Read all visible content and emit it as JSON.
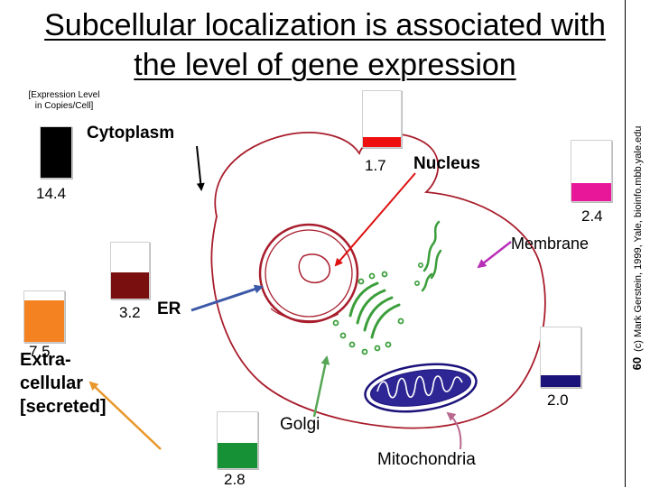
{
  "title": {
    "line1": "Subcellular localization is associated with",
    "line2": "the level of gene expression"
  },
  "axis_note": {
    "line1": "[Expression Level",
    "line2": "in Copies/Cell]"
  },
  "credit": {
    "slide_number": "60",
    "text": "(c) Mark Gerstein, 1999, Yale, bioinfo.mbb.yale.edu"
  },
  "compartments": [
    {
      "key": "cytoplasm",
      "label": "Cytoplasm",
      "value": "14.4",
      "fill_fraction": 1.0,
      "color": "#000000"
    },
    {
      "key": "nucleus",
      "label": "Nucleus",
      "value": "1.7",
      "fill_fraction": 0.18,
      "color": "#ee0f0f"
    },
    {
      "key": "membrane",
      "label": "Membrane",
      "value": "2.4",
      "fill_fraction": 0.3,
      "color": "#e8179a"
    },
    {
      "key": "er",
      "label": "ER",
      "value": "3.2",
      "fill_fraction": 0.47,
      "color": "#7a0f0f"
    },
    {
      "key": "extracellular",
      "label_lines": [
        "Extra-",
        "cellular",
        "[secreted]"
      ],
      "value": "7.5",
      "fill_fraction": 0.83,
      "color": "#f58220"
    },
    {
      "key": "golgi",
      "label": "Golgi",
      "value": "2.8",
      "fill_fraction": 0.45,
      "color": "#179135"
    },
    {
      "key": "mitochondria",
      "label": "Mitochondria",
      "value": "2.0",
      "fill_fraction": 0.2,
      "color": "#1b127a"
    }
  ],
  "colors": {
    "cell_outline": "#a81d2c",
    "golgi_green": "#3b9e3b",
    "arrow_black": "#000000",
    "arrow_red": "#dd1111",
    "arrow_magenta": "#b82fb8",
    "arrow_blue": "#3c58a8",
    "arrow_green": "#56a656",
    "arrow_orange": "#e8972a",
    "arrow_mito": "#b8698e"
  }
}
